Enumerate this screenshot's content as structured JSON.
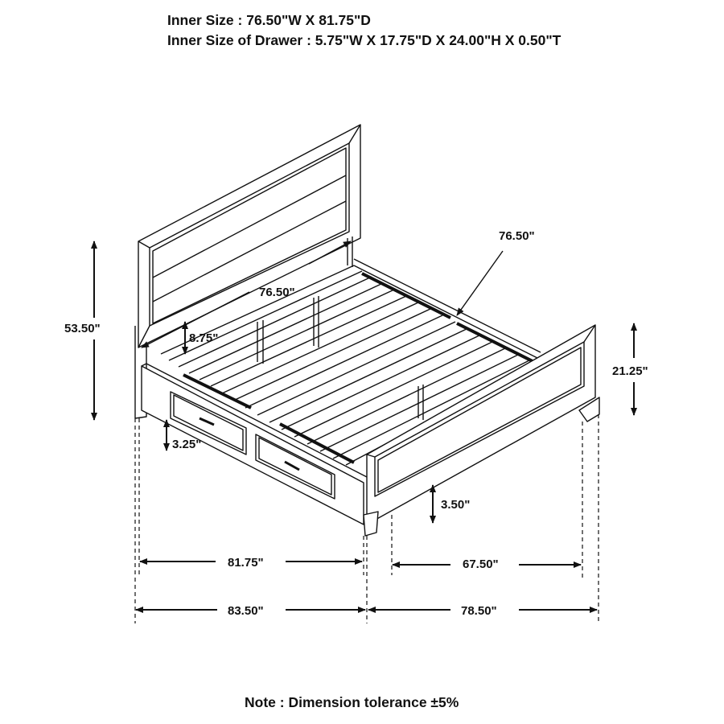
{
  "header": {
    "inner_size": "Inner Size : 76.50\"W X 81.75\"D",
    "inner_size_drawer": "Inner Size of Drawer : 5.75\"W X 17.75\"D X 24.00\"H X 0.50\"T"
  },
  "dimensions": {
    "headboard_height": "53.50\"",
    "footboard_height": "21.25\"",
    "inner_width_headboard": "76.50\"",
    "inner_width_callout": "76.50\"",
    "rail_height": "8.75\"",
    "drawer_clearance": "3.25\"",
    "footboard_clearance": "3.50\"",
    "inner_length": "81.75\"",
    "outer_length": "83.50\"",
    "footboard_inner_width": "67.50\"",
    "outer_width": "78.50\""
  },
  "note": "Note : Dimension tolerance ±5%",
  "colors": {
    "line": "#111111",
    "background": "#ffffff"
  }
}
